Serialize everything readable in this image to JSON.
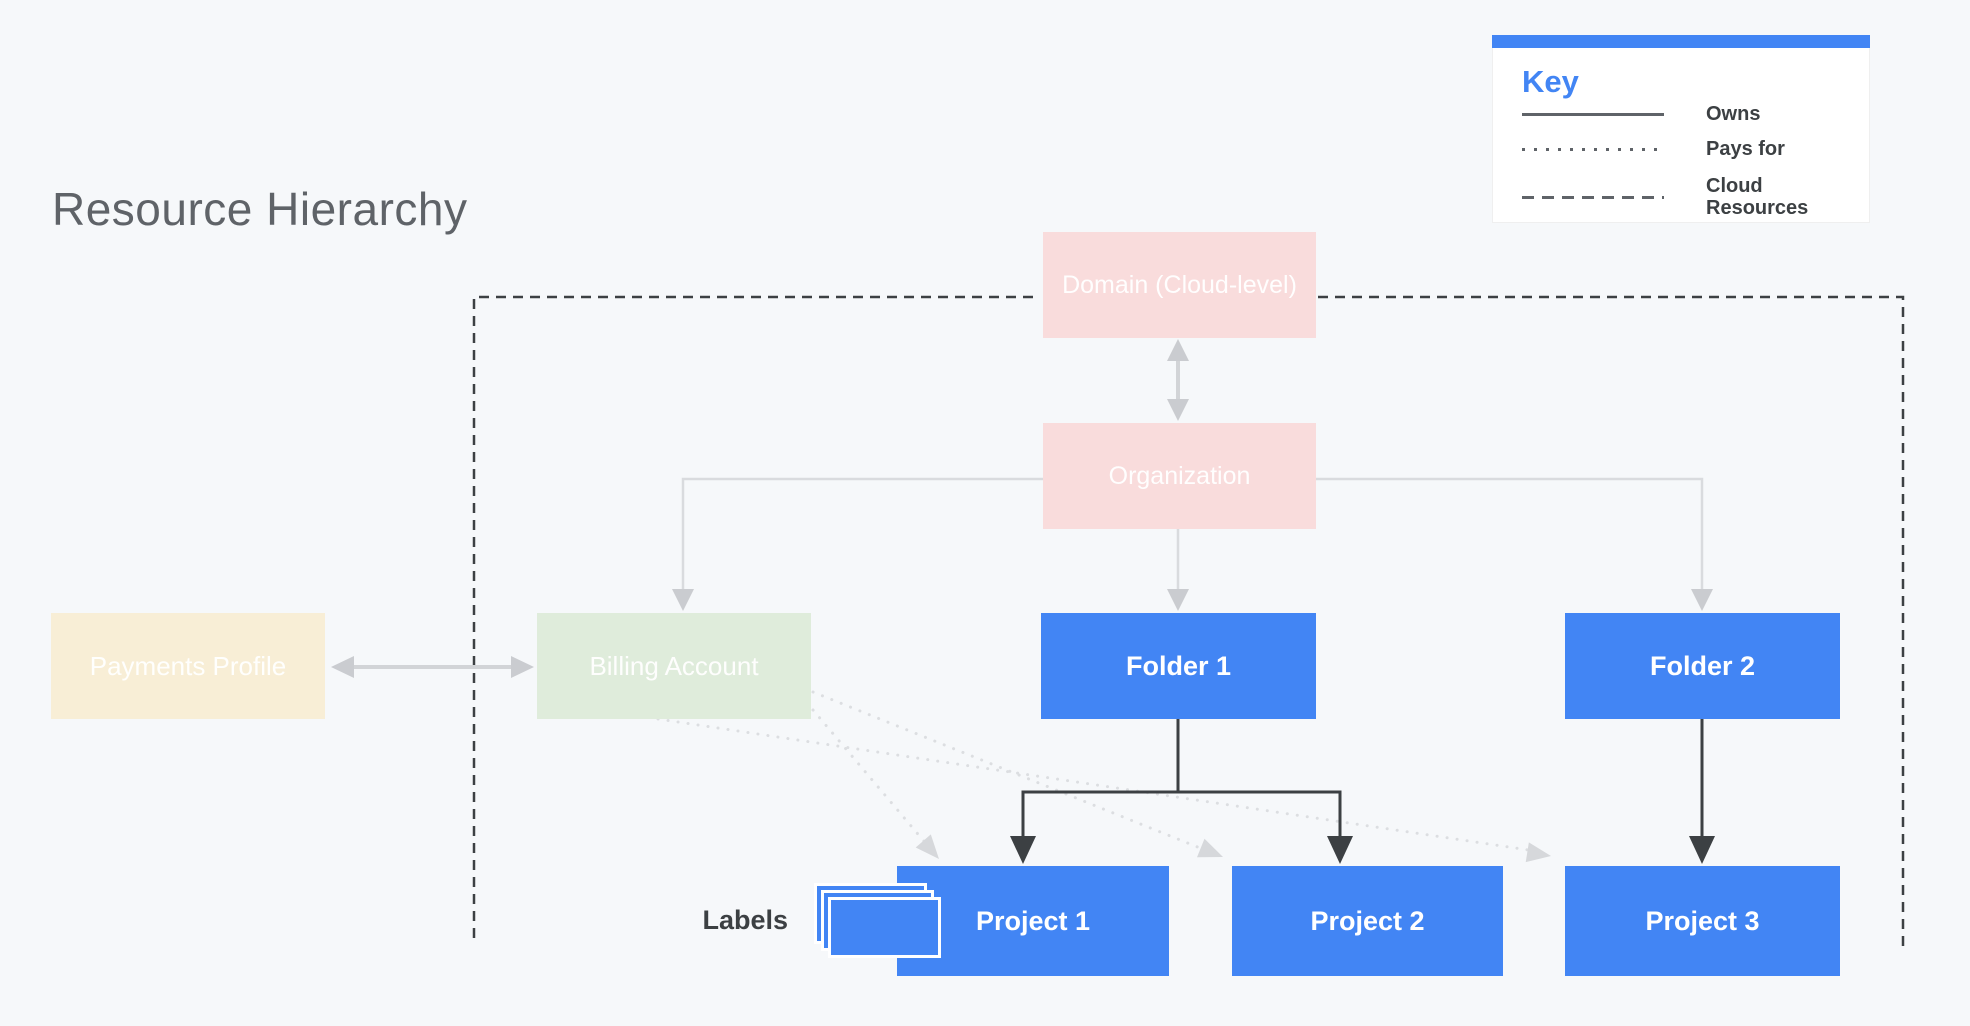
{
  "title": "Resource Hierarchy",
  "legend": {
    "heading": "Key",
    "items": [
      {
        "line_style": "solid",
        "label": "Owns"
      },
      {
        "line_style": "dotted",
        "label": "Pays for"
      },
      {
        "line_style": "dashed",
        "label": "Cloud Resources"
      }
    ]
  },
  "nodes": {
    "domain": "Domain (Cloud-level)",
    "organization": "Organization",
    "payments_profile": "Payments Profile",
    "billing_account": "Billing Account",
    "folder_1": "Folder 1",
    "folder_2": "Folder 2",
    "project_1": "Project 1",
    "project_2": "Project 2",
    "project_3": "Project 3"
  },
  "labels_caption": "Labels",
  "colors": {
    "accent_blue": "#4285f4",
    "node_pink": "#f9dcdc",
    "node_green": "#dfecdb",
    "node_cream": "#f8eed6",
    "node_blue": "#4285f4",
    "line_dark": "#3c4043",
    "line_gray": "#d6d8db",
    "background": "#f6f8fa"
  }
}
